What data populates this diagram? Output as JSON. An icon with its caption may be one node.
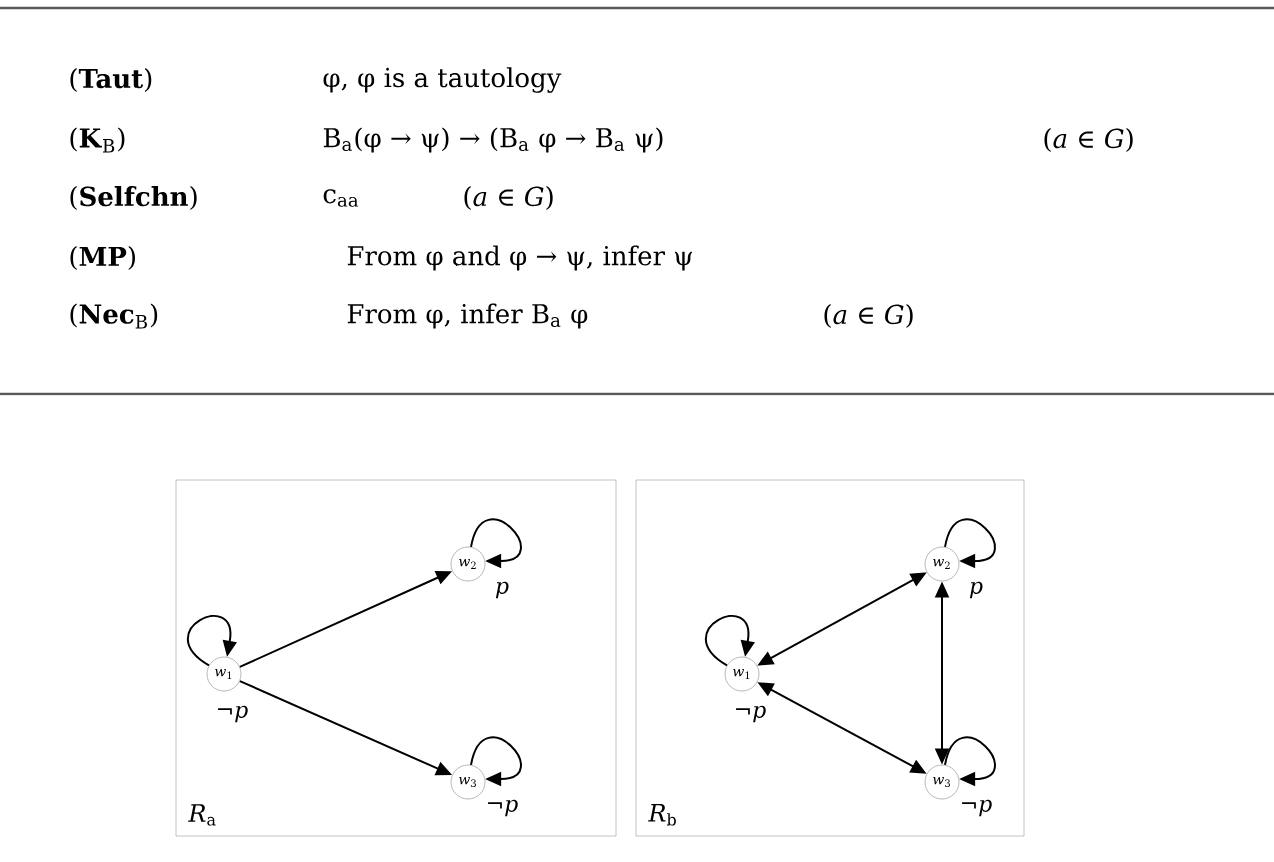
{
  "diagram": {
    "nodes": [
      {
        "text": [
          "*R*$_{a}$"
        ]
      },
      {
        "text": [
          "*w*$_{1}$"
        ],
        "in": 0,
        "beside": [
          "¬*p*"
        ]
      },
      {
        "text": [
          "*w*$_{2}$"
        ],
        "in": 0,
        "beside": [
          "*p*"
        ]
      },
      {
        "text": [
          "*w*$_{3}$"
        ],
        "in": 0,
        "beside": [
          "¬*p*"
        ]
      },
      {
        "text": [
          "*R*$_{b}$"
        ]
      },
      {
        "text": [
          "*w*$_{1}$"
        ],
        "in": 4,
        "beside": [
          "¬*p*"
        ]
      },
      {
        "text": [
          "*w*$_{2}$"
        ],
        "in": 4,
        "beside": [
          "*p*"
        ]
      },
      {
        "text": [
          "*w*$_{3}$"
        ],
        "in": 4,
        "beside": [
          "¬*p*"
        ]
      }
    ],
    "edges": [
      {
        "from": 1,
        "to": 1,
        "arrow": "to"
      },
      {
        "from": 2,
        "to": 2,
        "arrow": "to"
      },
      {
        "from": 3,
        "to": 3,
        "arrow": "to"
      },
      {
        "from": 1,
        "to": 2,
        "arrow": "to"
      },
      {
        "from": 1,
        "to": 3,
        "arrow": "to"
      },
      {
        "from": 5,
        "to": 5,
        "arrow": "to"
      },
      {
        "from": 6,
        "to": 6,
        "arrow": "to"
      },
      {
        "from": 7,
        "to": 7,
        "arrow": "to"
      },
      {
        "from": 5,
        "to": 6,
        "arrow": "both"
      },
      {
        "from": 5,
        "to": 7,
        "arrow": "both"
      },
      {
        "from": 6,
        "to": 7,
        "arrow": "both"
      }
    ],
    "labels": [
      "(**Taut**)",
      "φ, φ is a tautology",
      "(**K**$_{B}$)",
      "B$_{a}$(φ → ψ) → (B$_{a}$ φ → B$_{a}$ ψ)",
      "(*a* ∈ *G*)",
      "(**Selfchn**)",
      "c$_{aa}$",
      "(*a* ∈ *G*)",
      "(**MP**)",
      "From φ and φ → ψ, infer ψ",
      "(**Nec**$_{B}$)",
      "From φ, infer B$_{a}$ φ",
      "(*a* ∈ *G*)"
    ]
  }
}
